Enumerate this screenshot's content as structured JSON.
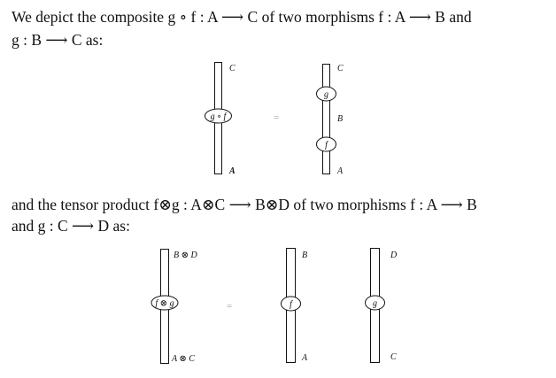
{
  "paragraph1": {
    "line1": "We depict the composite g ∘ f : A ⟶ C of two morphisms f : A ⟶ B and",
    "line2": "g : B ⟶ C as:"
  },
  "diagram1": {
    "left": {
      "top_label": "C",
      "box_label": "g ∘ f",
      "bottom_label": "A"
    },
    "equals": "=",
    "right": {
      "top_label": "C",
      "upper_box_label": "g",
      "middle_label": "B",
      "lower_box_label": "f",
      "bottom_label": "A"
    }
  },
  "paragraph2": {
    "line1": "and the tensor product f⊗g : A⊗C ⟶ B⊗D of two morphisms f : A ⟶ B",
    "line2": "and g : C ⟶ D as:"
  },
  "diagram2": {
    "left": {
      "top_label": "B ⊗ D",
      "box_label": "f ⊗ g",
      "bottom_label": "A ⊗ C"
    },
    "equals": "=",
    "middle": {
      "top_label": "B",
      "box_label": "f",
      "bottom_label": "A"
    },
    "right": {
      "top_label": "D",
      "box_label": "g",
      "bottom_label": "C"
    }
  }
}
